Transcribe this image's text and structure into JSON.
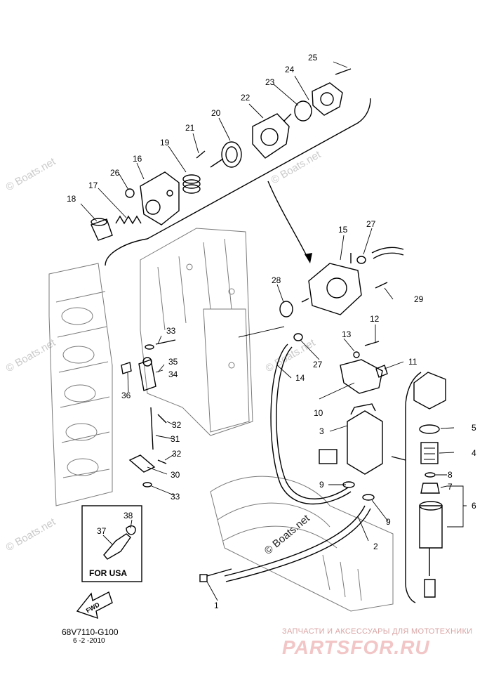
{
  "diagram": {
    "drawing_code": "68V7110-G100",
    "drawing_date": "6 -2 -2010",
    "inset_label": "FOR USA",
    "fwd_label": "FWD",
    "watermark_text": "© Boats.net",
    "shop_caption": "ЗАПЧАСТИ И АКСЕССУАРЫ ДЛЯ МОТОТЕХНИКИ",
    "shop_logo": "PARTSFOR.RU",
    "callouts": [
      "1",
      "2",
      "3",
      "4",
      "5",
      "6",
      "7",
      "8",
      "9",
      "9",
      "10",
      "11",
      "12",
      "13",
      "14",
      "15",
      "16",
      "17",
      "18",
      "19",
      "20",
      "21",
      "22",
      "23",
      "24",
      "25",
      "26",
      "27",
      "27",
      "28",
      "29",
      "30",
      "31",
      "32",
      "32",
      "33",
      "33",
      "34",
      "35",
      "36",
      "37",
      "38"
    ]
  },
  "colors": {
    "line": "#000000",
    "engine": "#7a7a7a",
    "watermark": "#c9c9c9",
    "logo": "#f2c6c6"
  }
}
